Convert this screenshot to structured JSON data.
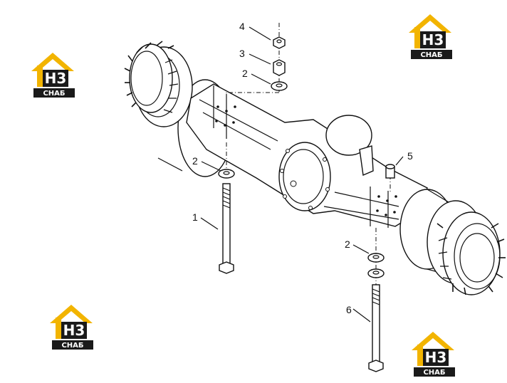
{
  "callouts": {
    "c1": "1",
    "c2a": "2",
    "c2b": "2",
    "c2c": "2",
    "c3": "3",
    "c4": "4",
    "c5": "5",
    "c6": "6"
  },
  "watermark": {
    "mark": "H3",
    "caption": "СНАБ",
    "colors": {
      "roof": "#f2b400",
      "block": "#1a1a1a",
      "caption_bg": "#1a1a1a",
      "caption_fg": "#ffffff"
    }
  }
}
